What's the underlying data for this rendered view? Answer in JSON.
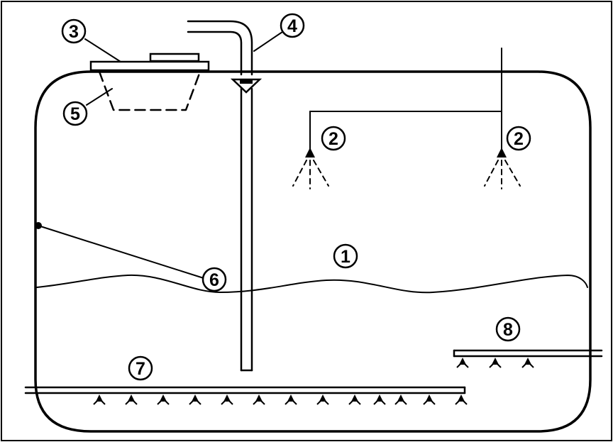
{
  "callouts": {
    "c1": "1",
    "c2a": "2",
    "c2b": "2",
    "c3": "3",
    "c4": "4",
    "c5": "5",
    "c6": "6",
    "c7": "7",
    "c8": "8"
  },
  "colors": {
    "line": "#000000",
    "background": "#ffffff"
  }
}
